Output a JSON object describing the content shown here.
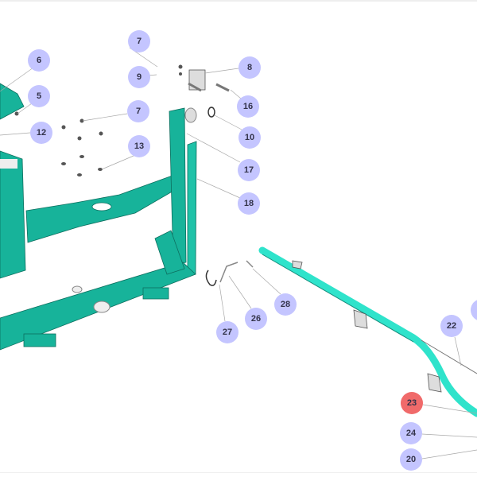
{
  "diagram": {
    "callouts": [
      "6",
      "5",
      "12",
      "7",
      "9",
      "8",
      "16",
      "7",
      "10",
      "13",
      "17",
      "18",
      "28",
      "26",
      "27",
      "22",
      "23",
      "24",
      "20"
    ],
    "highlighted": "23",
    "colors": {
      "callout": "#c4c5ff",
      "highlight": "#f06a6a",
      "frame": "#17b39a",
      "pipe": "#2fe3cb"
    }
  }
}
